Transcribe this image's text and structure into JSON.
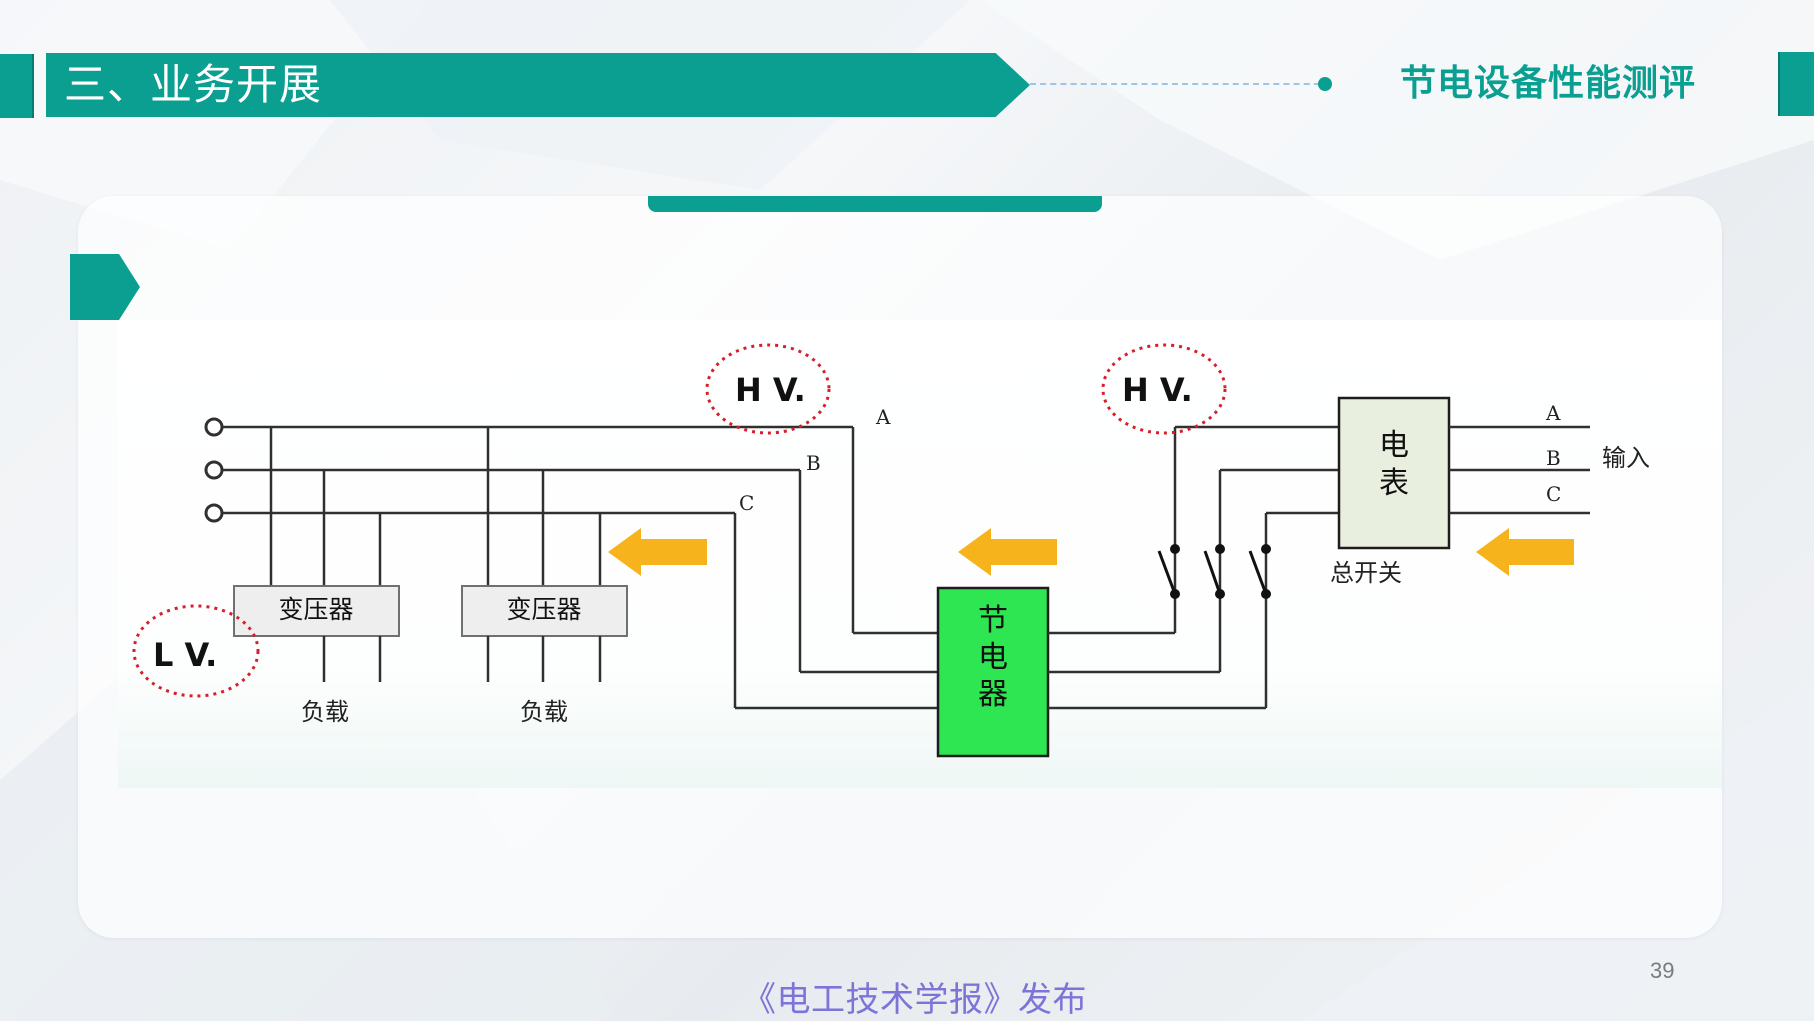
{
  "slide": {
    "title": "三、业务开展",
    "section_label": "节电设备性能测评",
    "page_number": "39",
    "publisher_note": "《电工技术学报》发布"
  },
  "diagram": {
    "left_phase_labels": [
      "A",
      "B",
      "C"
    ],
    "right_phase_labels": [
      "A",
      "B",
      "C"
    ],
    "hv_label": "H V.",
    "lv_label": "L V.",
    "transformer_label": "变压器",
    "load_label": "负载",
    "saver_label_lines": [
      "节",
      "电",
      "器"
    ],
    "meter_label_lines": [
      "电",
      "表"
    ],
    "switch_label": "总开关",
    "input_label": "输入"
  },
  "colors": {
    "accent": "#0b9f92",
    "saver_green": "#2ee552",
    "meter_fill": "#e9efdf",
    "arrow_orange": "#f6b31c",
    "dotted_red": "#d61f2b"
  },
  "icons": {
    "arrow": "left-arrow-icon",
    "switch": "switch-icon"
  }
}
